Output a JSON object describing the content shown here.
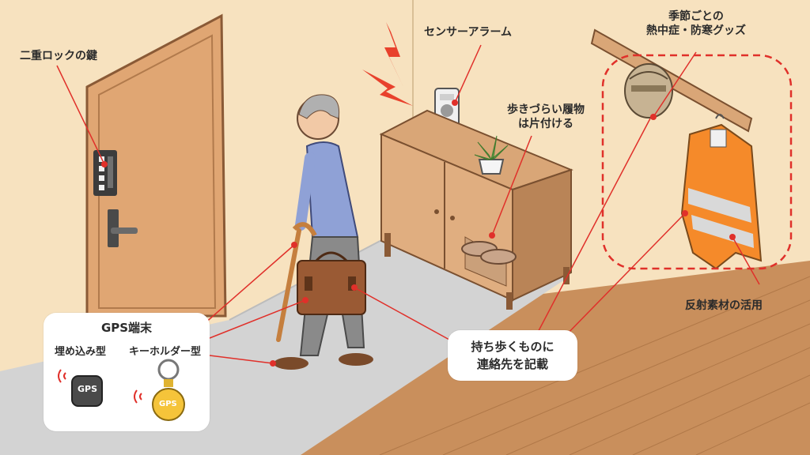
{
  "labels": {
    "double_lock": "二重ロックの鍵",
    "sensor_alarm": "センサーアラーム",
    "shoes": [
      "歩きづらい履物",
      "は片付ける"
    ],
    "seasonal": [
      "季節ごとの",
      "熱中症・防寒グッズ"
    ],
    "reflective": "反射素材の活用",
    "contact": [
      "持ち歩くものに",
      "連絡先を記載"
    ]
  },
  "gps": {
    "title": "GPS端末",
    "embedded": "埋め込み型",
    "keyholder": "キーホルダー型",
    "badge": "GPS"
  },
  "colors": {
    "wall": "#f7e2bf",
    "floor": "#c98f5c",
    "hall": "#cfcfcf",
    "door": "#d89c6a",
    "accent": "#e8412c",
    "jacket": "#f58a2a"
  }
}
